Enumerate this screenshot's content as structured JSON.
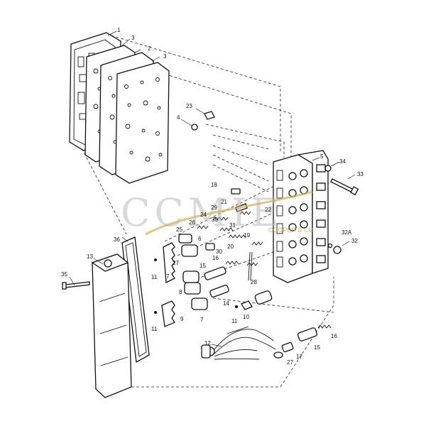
{
  "watermark": {
    "logo_text": "CCMIE",
    "sub_text": "COOPER & CO"
  },
  "callouts": {
    "c1": "1",
    "c2": "2",
    "c3a": "3",
    "c3b": "3",
    "c4": "4",
    "c5": "5",
    "c6": "6",
    "c7a": "7",
    "c7b": "7",
    "c8": "8",
    "c9": "9",
    "c10": "10",
    "c11a": "11",
    "c11b": "11",
    "c11c": "11",
    "c12": "12",
    "c13": "13",
    "c14": "14",
    "c15a": "15",
    "c15b": "15",
    "c16a": "16",
    "c16b": "16",
    "c17": "17",
    "c18": "18",
    "c19": "19",
    "c20": "20",
    "c21": "21",
    "c22": "22",
    "c23": "23",
    "c24": "24",
    "c25": "25",
    "c26": "26",
    "c27a": "27",
    "c27b": "27",
    "c28": "28",
    "c29": "29",
    "c30": "30",
    "c31": "31",
    "c32": "32",
    "c32a": "32A",
    "c33": "33",
    "c34": "34",
    "c35": "35",
    "c36": "36"
  }
}
